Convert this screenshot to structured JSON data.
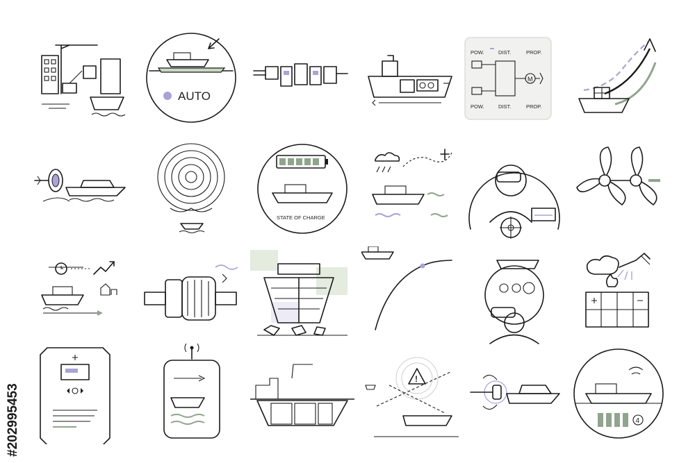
{
  "stock_id": "#202995453",
  "colors": {
    "ink": "#1a1a1a",
    "accent_purple": "#a9a3d6",
    "accent_green": "#8fa58c",
    "panel_gray": "#f1f1ef",
    "pale_green": "#e4ebdf"
  },
  "icons": {
    "auto_label": "AUTO",
    "state_of_charge_label": "STATE OF CHARGE",
    "diagram": {
      "pow_top": "POW.",
      "dist_top": "DIST.",
      "prop_top": "PROP.",
      "pow_bottom": "POW.",
      "dist_bottom": "DIST.",
      "prop_bottom": "PROP.",
      "motor": "M"
    },
    "gauge_number": "4"
  }
}
